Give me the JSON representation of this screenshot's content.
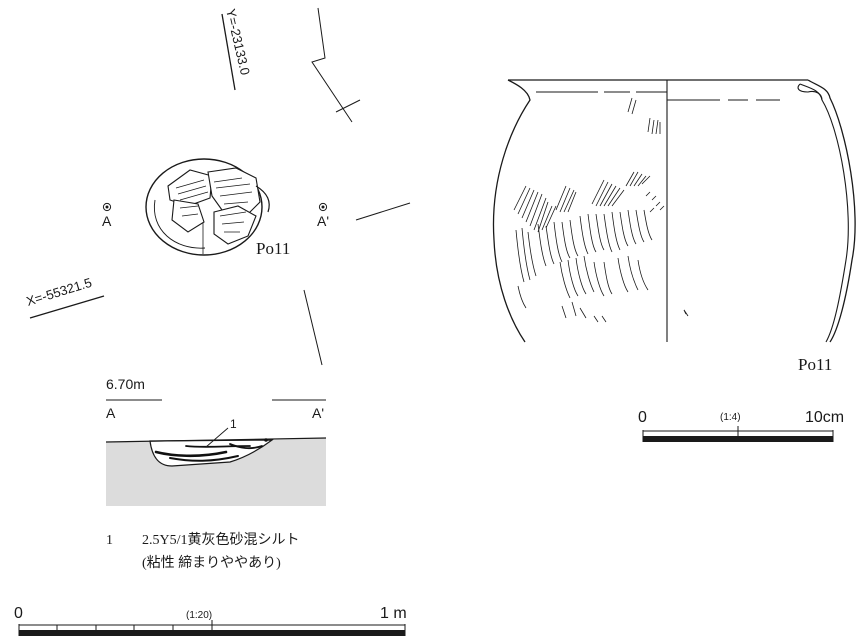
{
  "plan": {
    "grid_y_label": "Y=-23133.0",
    "grid_x_label": "X=-55321.5",
    "point_a_label": "A",
    "point_a_prime_label": "A'",
    "feature_label": "Po11"
  },
  "section": {
    "elevation_label": "6.70m",
    "left_label": "A",
    "right_label": "A'",
    "layer_marker": "1"
  },
  "legend": {
    "layer_number": "1",
    "layer_description_line1": "2.5Y5/1黄灰色砂混シルト",
    "layer_description_line2": "(粘性 締まりややあり)"
  },
  "scale_plan": {
    "start_label": "0",
    "ratio_label": "(1:20)",
    "end_label": "1 m"
  },
  "vessel": {
    "label": "Po11"
  },
  "scale_vessel": {
    "start_label": "0",
    "ratio_label": "(1:4)",
    "end_label": "10cm"
  },
  "colors": {
    "line": "#1a1a1a",
    "section_fill": "#dcdcdc",
    "pit_fill": "#ffffff"
  }
}
